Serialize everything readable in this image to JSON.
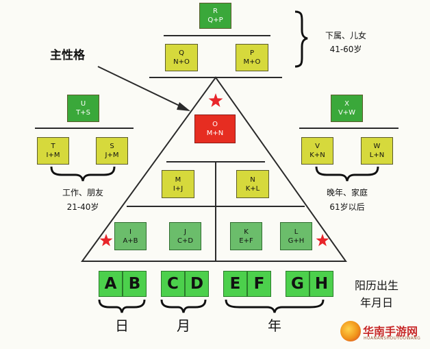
{
  "boxes": {
    "R": {
      "letter": "R",
      "formula": "Q+P"
    },
    "Q": {
      "letter": "Q",
      "formula": "N+O"
    },
    "P": {
      "letter": "P",
      "formula": "M+O"
    },
    "U": {
      "letter": "U",
      "formula": "T+S"
    },
    "T": {
      "letter": "T",
      "formula": "I+M"
    },
    "S": {
      "letter": "S",
      "formula": "J+M"
    },
    "X": {
      "letter": "X",
      "formula": "V+W"
    },
    "V": {
      "letter": "V",
      "formula": "K+N"
    },
    "W": {
      "letter": "W",
      "formula": "L+N"
    },
    "O": {
      "letter": "O",
      "formula": "M+N"
    },
    "M": {
      "letter": "M",
      "formula": "I+J"
    },
    "N": {
      "letter": "N",
      "formula": "K+L"
    },
    "I": {
      "letter": "I",
      "formula": "A+B"
    },
    "J": {
      "letter": "J",
      "formula": "C+D"
    },
    "K": {
      "letter": "K",
      "formula": "E+F"
    },
    "L": {
      "letter": "L",
      "formula": "G+H"
    }
  },
  "birth_letters": [
    "A",
    "B",
    "C",
    "D",
    "E",
    "F",
    "G",
    "H"
  ],
  "labels": {
    "main_character": "主性格",
    "children_line1": "下属、儿女",
    "children_line2": "41-60岁",
    "friends_line1": "工作、朋友",
    "friends_line2": "21-40岁",
    "family_line1": "晚年、家庭",
    "family_line2": "61岁以后",
    "birth_line1": "阳历出生",
    "birth_line2": "年月日",
    "day": "日",
    "month": "月",
    "year": "年"
  },
  "watermark": {
    "main": "华南手游网",
    "sub": "HUANANSHOUYOUWANG"
  },
  "colors": {
    "yellow_box": "#d6d93c",
    "green_box": "#3aa83a",
    "red_box": "#e62d21",
    "sage_box": "#6bbd6b",
    "birth_box": "#4cd04c",
    "star": "#e8252a"
  }
}
